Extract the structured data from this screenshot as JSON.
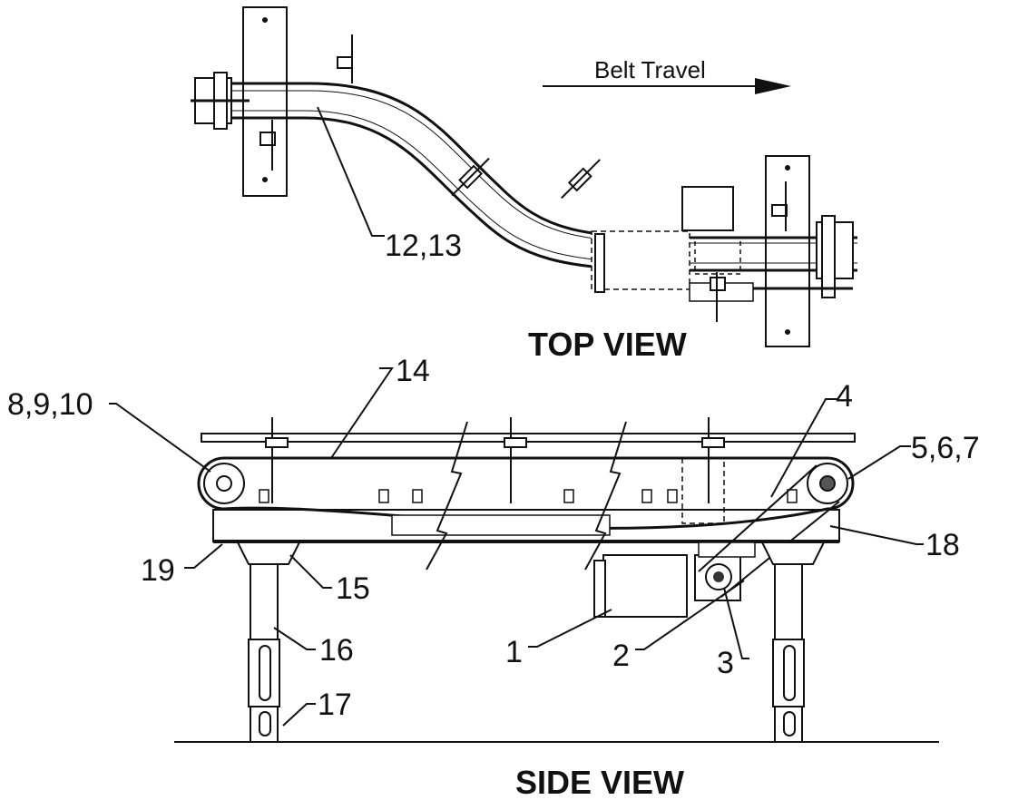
{
  "top_view": {
    "title": "TOP VIEW",
    "belt_travel": "Belt Travel",
    "callouts": {
      "c12_13": "12,13"
    }
  },
  "side_view": {
    "title": "SIDE VIEW",
    "callouts": {
      "c8_9_10": "8,9,10",
      "c14": "14",
      "c4": "4",
      "c5_6_7": "5,6,7",
      "c18": "18",
      "c19": "19",
      "c15": "15",
      "c16": "16",
      "c17": "17",
      "c1": "1",
      "c2": "2",
      "c3": "3"
    }
  }
}
